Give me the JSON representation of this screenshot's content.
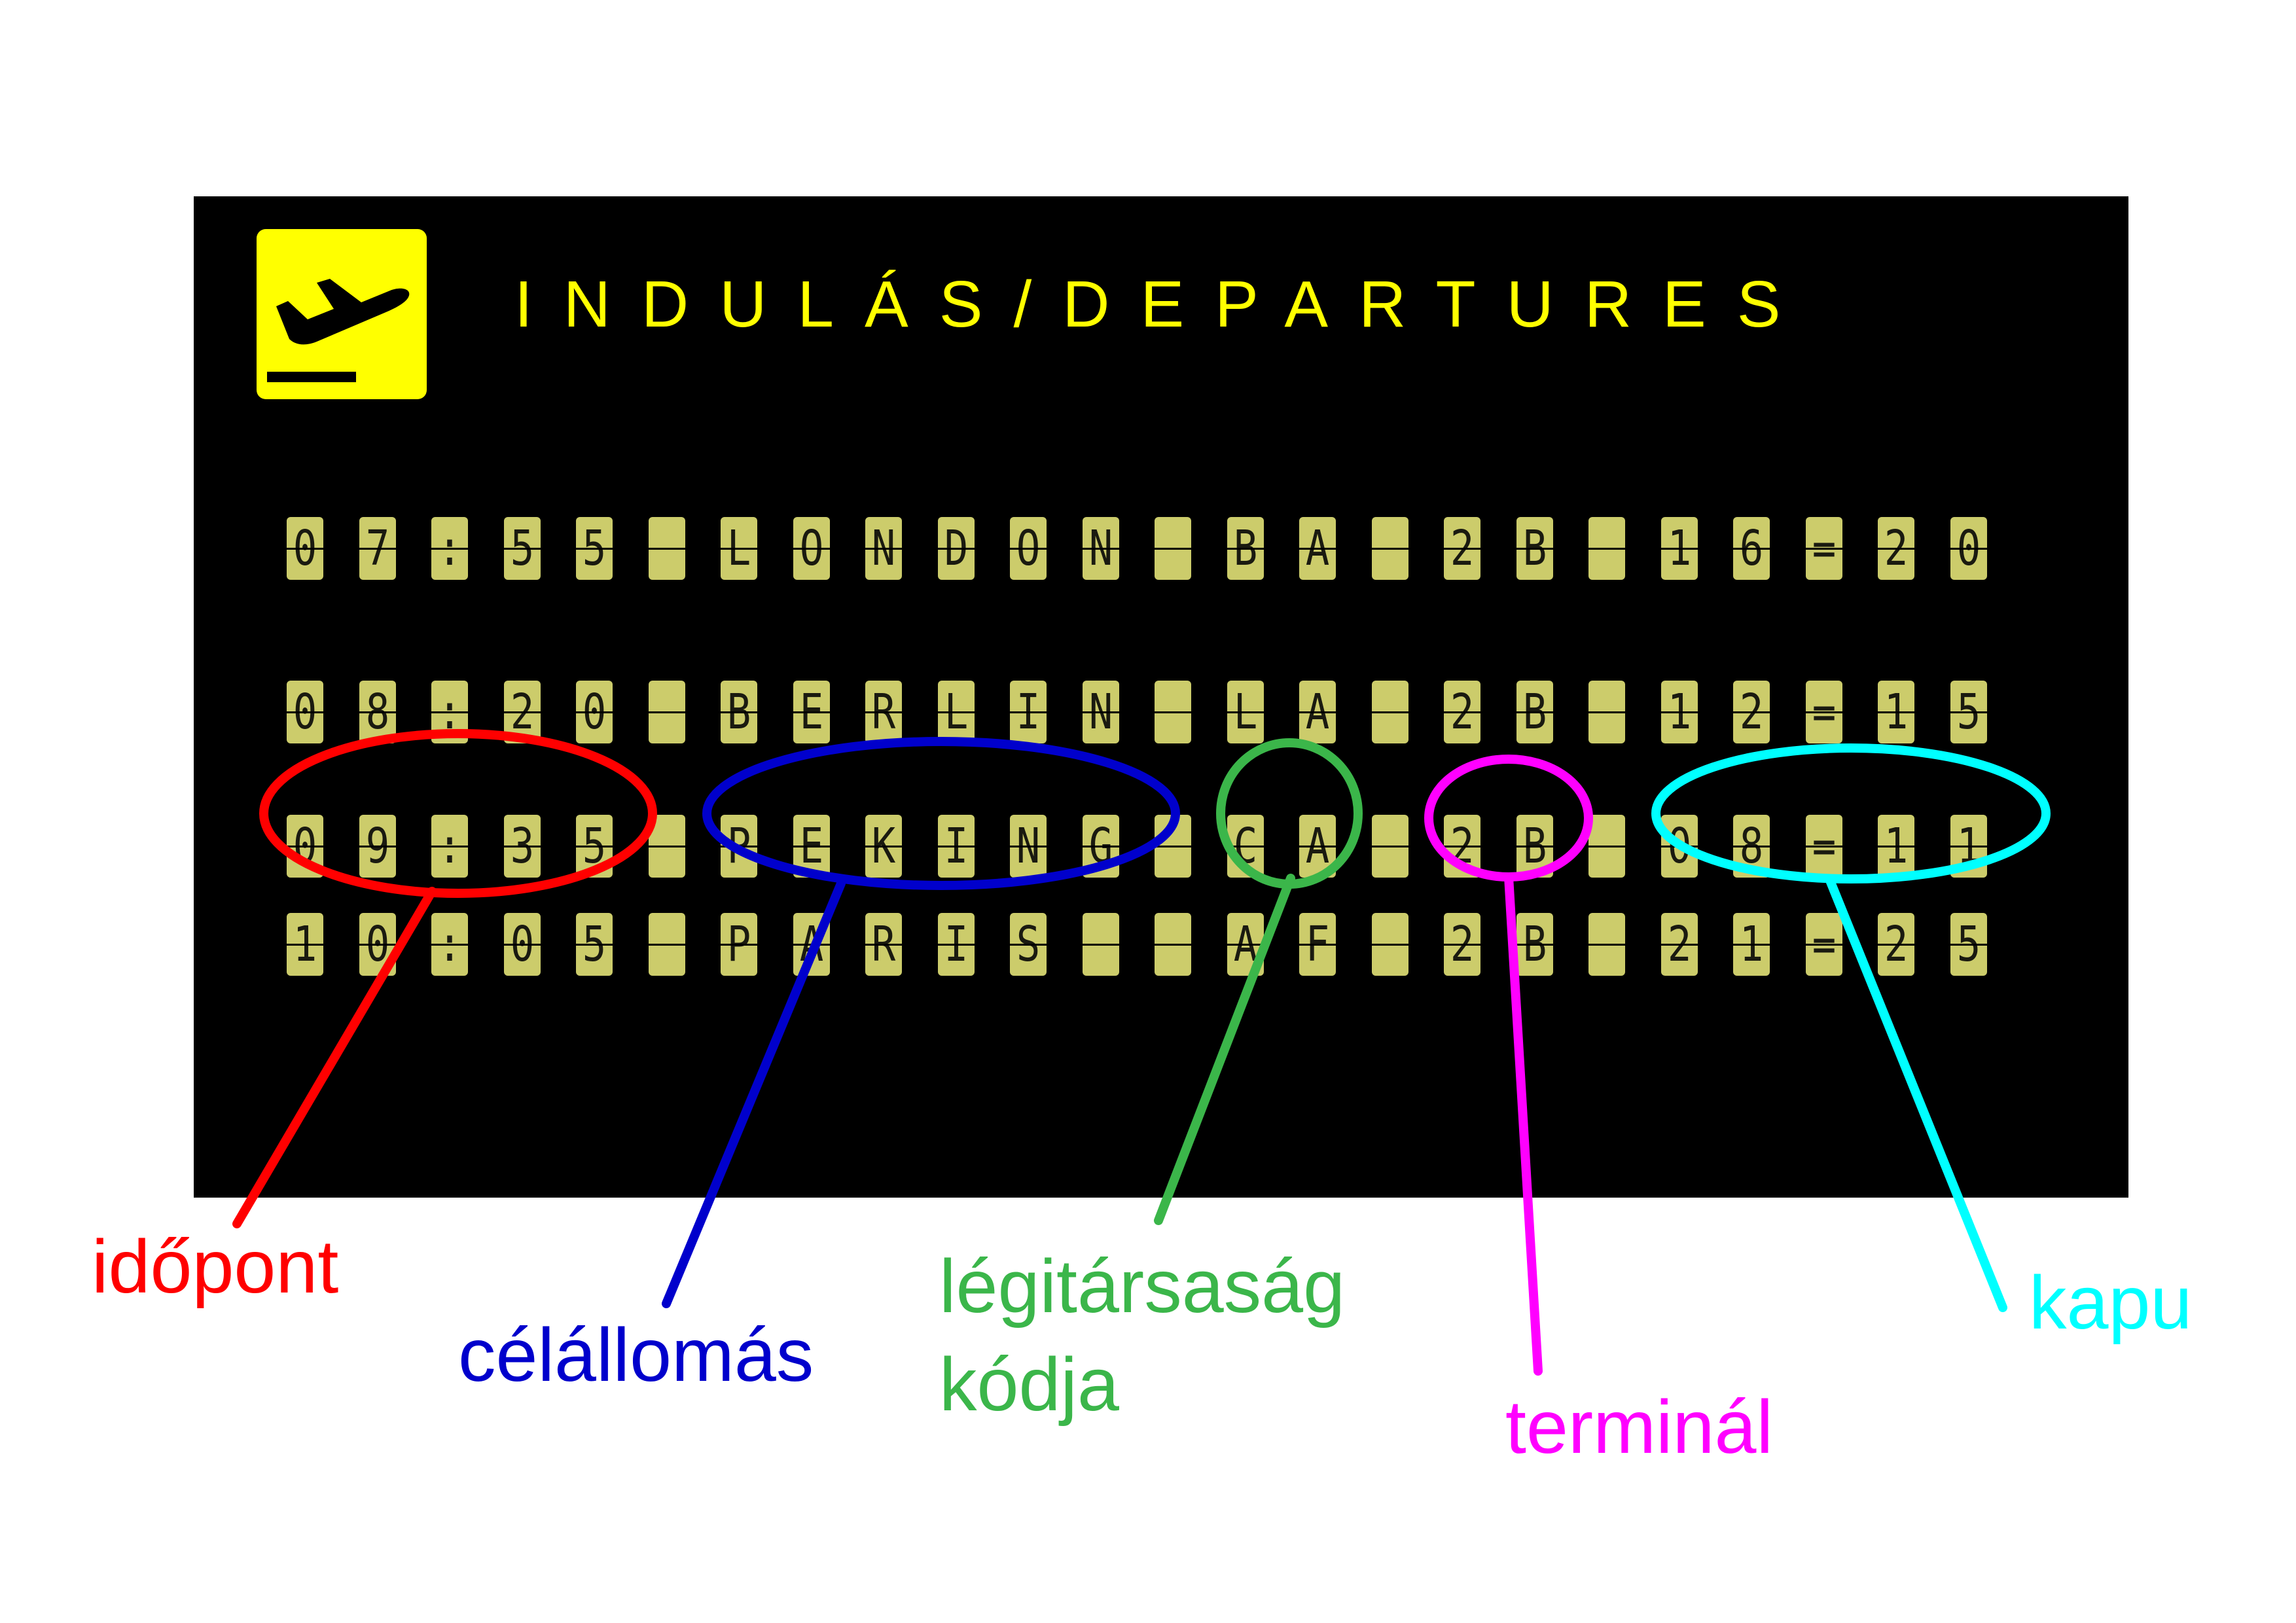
{
  "colors": {
    "board": "#000000",
    "tile": "#cccc6b",
    "logo": "#ffff00",
    "title": "#ffff00",
    "red": "#ff0000",
    "blue": "#0000cc",
    "green": "#3bb64a",
    "magenta": "#ff00ff",
    "cyan": "#00ffff"
  },
  "icons": {
    "logo": "departure-plane-icon"
  },
  "board": {
    "title": "INDULÁS/DEPARTURES",
    "rows": [
      [
        "0",
        "7",
        ":",
        "5",
        "5",
        "",
        "L",
        "O",
        "N",
        "D",
        "O",
        "N",
        "",
        "B",
        "A",
        "",
        "2",
        "B",
        "",
        "1",
        "6",
        "=",
        "2",
        "0"
      ],
      [
        "0",
        "8",
        ":",
        "2",
        "0",
        "",
        "B",
        "E",
        "R",
        "L",
        "I",
        "N",
        "",
        "L",
        "A",
        "",
        "2",
        "B",
        "",
        "1",
        "2",
        "=",
        "1",
        "5"
      ],
      [
        "0",
        "9",
        ":",
        "3",
        "5",
        "",
        "P",
        "E",
        "K",
        "I",
        "N",
        "G",
        "",
        "C",
        "A",
        "",
        "2",
        "B",
        "",
        "0",
        "8",
        "=",
        "1",
        "1"
      ],
      [
        "1",
        "0",
        ":",
        "0",
        "5",
        "",
        "P",
        "A",
        "R",
        "I",
        "S",
        "",
        "",
        "A",
        "F",
        "",
        "2",
        "B",
        "",
        "2",
        "1",
        "=",
        "2",
        "5"
      ]
    ]
  },
  "labels": {
    "time": "időpont",
    "destination": "célállomás",
    "airline_line1": "légitársaság",
    "airline_line2": "kódja",
    "terminal": "terminál",
    "gate": "kapu"
  }
}
